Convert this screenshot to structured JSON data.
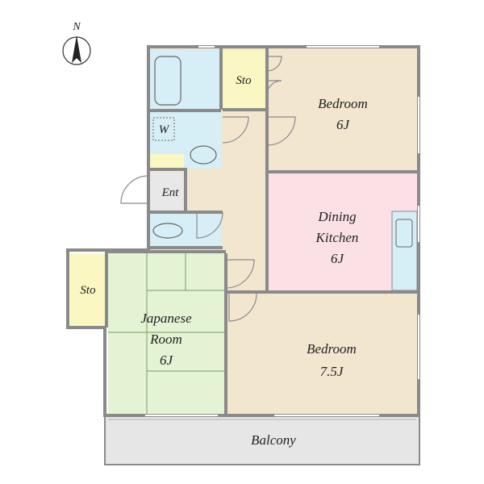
{
  "compass": {
    "letter": "N"
  },
  "rooms": {
    "bedroom_ne": {
      "name": "Bedroom",
      "size": "6J"
    },
    "dining_kitchen": {
      "name_line1": "Dining",
      "name_line2": "Kitchen",
      "size": "6J"
    },
    "bedroom_se": {
      "name": "Bedroom",
      "size": "7.5J"
    },
    "japanese_room": {
      "name_line1": "Japanese",
      "name_line2": "Room",
      "size": "6J"
    },
    "storage_top": {
      "name": "Sto"
    },
    "storage_left": {
      "name": "Sto"
    },
    "washroom": {
      "name": "W"
    },
    "entrance": {
      "name": "Ent"
    },
    "balcony": {
      "name": "Balcony"
    }
  },
  "colors": {
    "wall": "#8a8a8a",
    "bedroom": "#f2e6cf",
    "dining_kitchen": "#fbe1e6",
    "japanese_room": "#e4f3d4",
    "storage": "#fbf7c2",
    "wet_area": "#d6eef5",
    "hallway": "#f2e6cf",
    "entrance": "#e8e8e8",
    "balcony": "#e6e6e6"
  }
}
